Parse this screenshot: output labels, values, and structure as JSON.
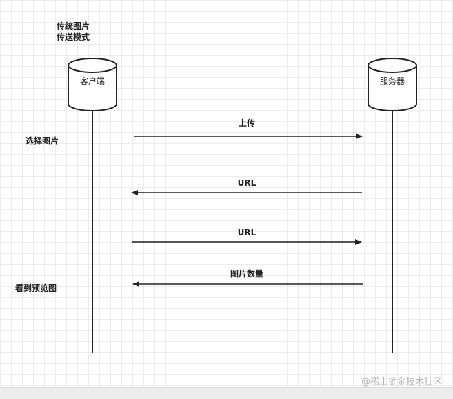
{
  "title": {
    "line1": "传统图片",
    "line2": "传送模式"
  },
  "actors": {
    "client": "客户端",
    "server": "服务器"
  },
  "notes": {
    "select_image": "选择图片",
    "view_preview": "看到预览图"
  },
  "messages": {
    "upload": "上传",
    "url_1": "URL",
    "url_2": "URL",
    "image_count": "图片数量"
  },
  "watermark": "@稀土掘金技术社区"
}
